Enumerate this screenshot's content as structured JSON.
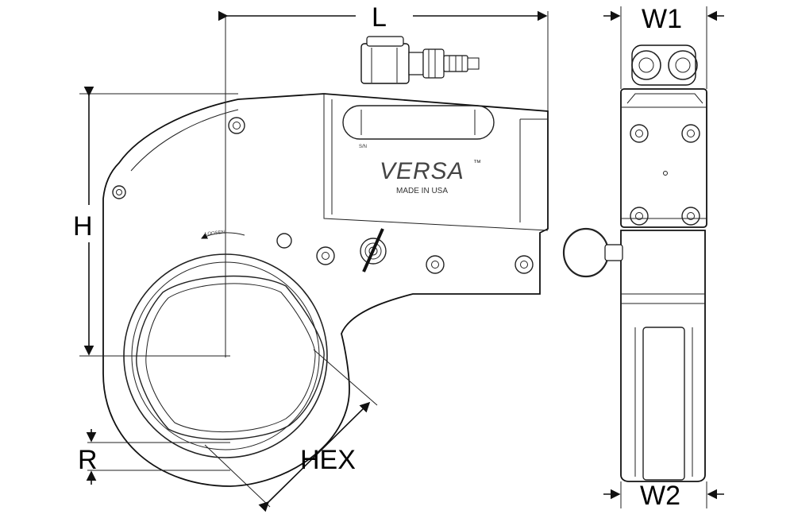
{
  "labels": {
    "length": "L",
    "height": "H",
    "hex": "HEX",
    "radius": "R",
    "width1": "W1",
    "width2": "W2"
  },
  "tool": {
    "brand": "VERSA",
    "trademark": "™",
    "made_in": "MADE IN USA",
    "serial_label": "S/N",
    "direction": "LOOSEN"
  },
  "colors": {
    "line": "#111111",
    "background": "#ffffff"
  }
}
